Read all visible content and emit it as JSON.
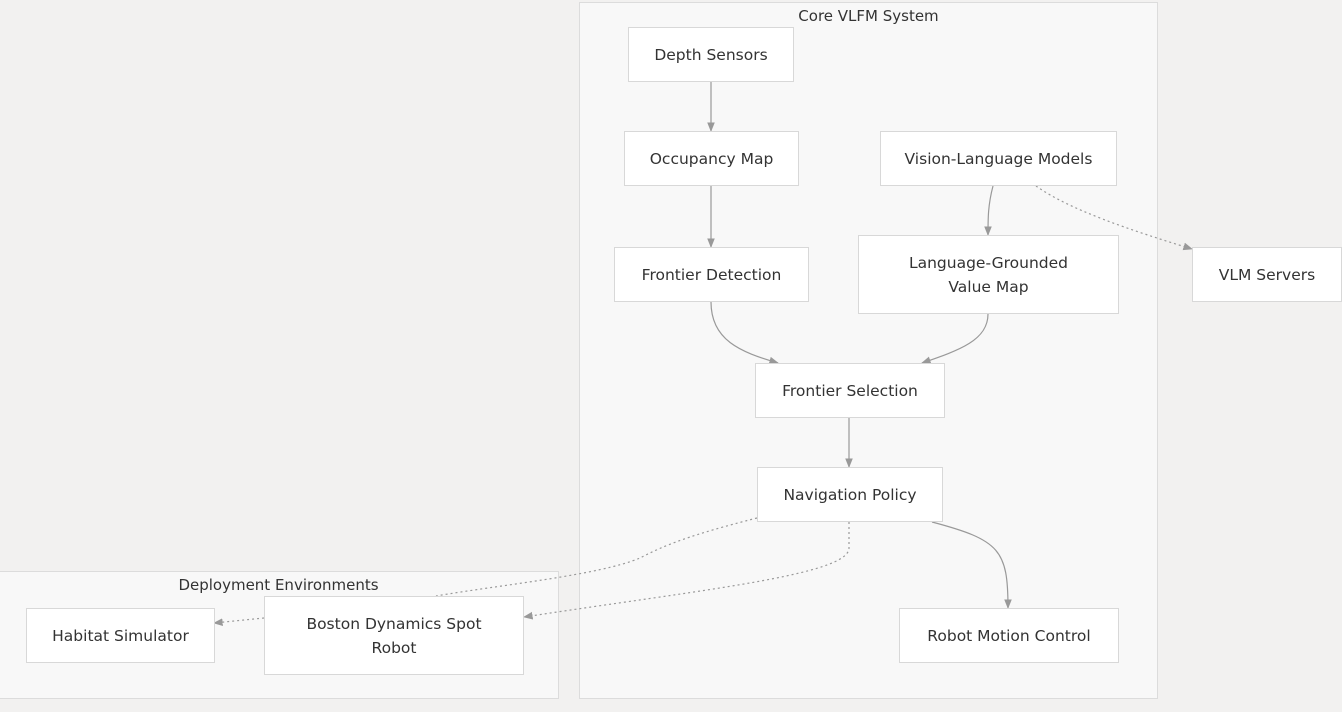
{
  "clusters": {
    "core": {
      "title": "Core VLFM System"
    },
    "deploy": {
      "title": "Deployment Environments"
    }
  },
  "nodes": {
    "depth_sensors": "Depth Sensors",
    "occupancy_map": "Occupancy Map",
    "vision_language_models": "Vision-Language Models",
    "frontier_detection": "Frontier Detection",
    "value_map": "Language-Grounded Value Map",
    "vlm_servers": "VLM Servers",
    "frontier_selection": "Frontier Selection",
    "navigation_policy": "Navigation Policy",
    "habitat_simulator": "Habitat Simulator",
    "spot_robot": "Boston Dynamics Spot Robot",
    "robot_motion_control": "Robot Motion Control"
  },
  "colors": {
    "background": "#f2f1f0",
    "cluster_fill": "#f8f8f8",
    "node_fill": "#ffffff",
    "edge": "#999999"
  }
}
